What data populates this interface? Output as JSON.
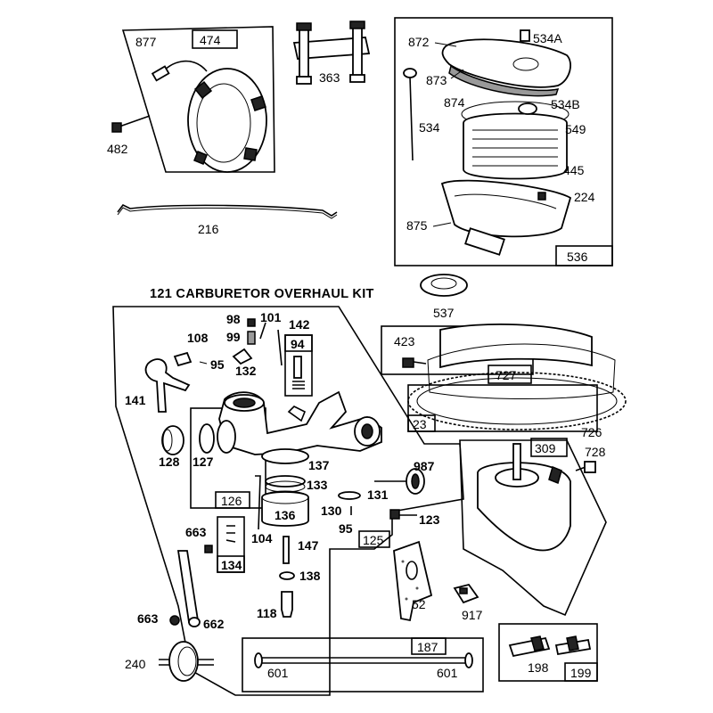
{
  "title": "121 CARBURETOR OVERHAUL KIT",
  "labels": {
    "p877": "877",
    "p474": "474",
    "p482": "482",
    "p363": "363",
    "p216": "216",
    "p872": "872",
    "p534A": "534A",
    "p873": "873",
    "p874": "874",
    "p534B": "534B",
    "p534": "534",
    "p549": "549",
    "p445": "445",
    "p224": "224",
    "p875": "875",
    "p536": "536",
    "p537": "537",
    "p98": "98",
    "p101": "101",
    "p142": "142",
    "p99": "99",
    "p94": "94",
    "p108": "108",
    "p95a": "95",
    "p132": "132",
    "p141": "141",
    "p128": "128",
    "p127": "127",
    "p137": "137",
    "p133": "133",
    "p126": "126",
    "p136": "136",
    "p104": "104",
    "p987": "987",
    "p131": "131",
    "p130": "130",
    "p95b": "95",
    "p123": "123",
    "p125": "125",
    "p663a": "663",
    "p147": "147",
    "p134": "134",
    "p138": "138",
    "p118": "118",
    "p52": "52",
    "p917": "917",
    "p663b": "663",
    "p662": "662",
    "p240": "240",
    "p187": "187",
    "p601a": "601",
    "p601b": "601",
    "p198": "198",
    "p199": "199",
    "p423": "423",
    "p727": "727",
    "p23": "23",
    "p726": "726",
    "p309": "309",
    "p728": "728"
  }
}
